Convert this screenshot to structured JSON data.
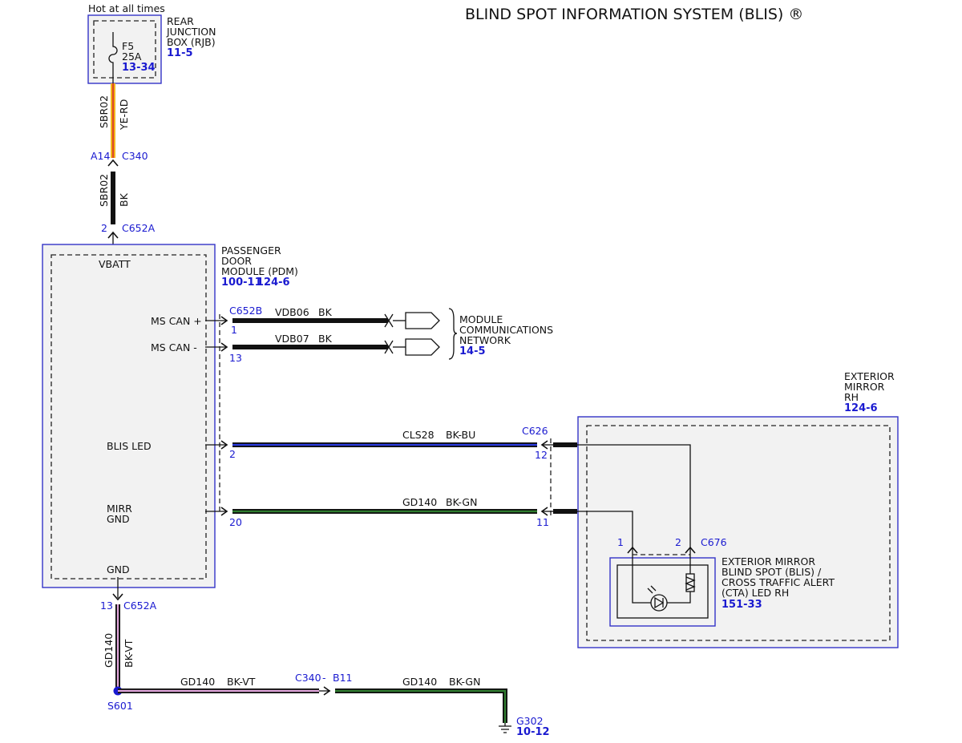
{
  "title": "BLIND SPOT INFORMATION SYSTEM (BLIS) ®",
  "colors": {
    "box_border": "#3434c8",
    "box_fill": "#f2f2f2",
    "ref_blue": "#1a1ad0",
    "wire_black": "#111111",
    "yellow": "#f2b51d",
    "red": "#d62828",
    "blue": "#2a3adf",
    "green": "#2f7d2f",
    "violet": "#e2a6dc"
  },
  "rjb": {
    "hot_label": "Hot at all times",
    "name_line1": "REAR",
    "name_line2": "JUNCTION",
    "name_line3": "BOX (RJB)",
    "ref": "11-5",
    "fuse_id": "F5",
    "fuse_rating": "25A",
    "fuse_ref": "13-34"
  },
  "wire_sbr02_top": {
    "circuit": "SBR02",
    "color": "YE-RD"
  },
  "conn_c340_top": {
    "pin": "A14",
    "connector": "C340"
  },
  "wire_sbr02_bottom": {
    "circuit": "SBR02",
    "color": "BK"
  },
  "conn_c652a_top": {
    "pin": "2",
    "connector": "C652A"
  },
  "pdm": {
    "name_line1": "PASSENGER",
    "name_line2": "DOOR",
    "name_line3": "MODULE (PDM)",
    "ref_a": "100-11",
    "ref_b": "124-6",
    "vbatt": "VBATT",
    "ms_can_plus": "MS CAN +",
    "ms_can_minus": "MS CAN -",
    "blis_led": "BLIS LED",
    "mirr_line1": "MIRR",
    "mirr_line2": "GND",
    "gnd": "GND"
  },
  "conn_c652b": {
    "connector": "C652B",
    "pin_plus": "1",
    "pin_minus": "13",
    "pin_blis": "2",
    "pin_mirr": "20"
  },
  "wire_vdb06": {
    "circuit": "VDB06",
    "color": "BK"
  },
  "wire_vdb07": {
    "circuit": "VDB07",
    "color": "BK"
  },
  "network": {
    "line1": "MODULE",
    "line2": "COMMUNICATIONS",
    "line3": "NETWORK",
    "ref": "14-5"
  },
  "wire_cls28": {
    "circuit": "CLS28",
    "color": "BK-BU"
  },
  "wire_gd140_mirror": {
    "circuit": "GD140",
    "color": "BK-GN"
  },
  "conn_c626": {
    "connector": "C626",
    "pin_top": "12",
    "pin_bottom": "11"
  },
  "ext_mirror": {
    "name_line1": "EXTERIOR",
    "name_line2": "MIRROR",
    "name_line3": "RH",
    "ref": "124-6"
  },
  "conn_c676": {
    "pin1": "1",
    "pin2": "2",
    "connector": "C676"
  },
  "led_component": {
    "line1": "EXTERIOR MIRROR",
    "line2": "BLIND SPOT (BLIS) /",
    "line3": "CROSS TRAFFIC ALERT",
    "line4": "(CTA) LED RH",
    "ref": "151-33"
  },
  "conn_c652a_bottom": {
    "pin": "13",
    "connector": "C652A"
  },
  "wire_gd140_vert": {
    "circuit": "GD140",
    "color": "BK-VT"
  },
  "splice": {
    "id": "S601"
  },
  "wire_gd140_horiz": {
    "circuit": "GD140",
    "color": "BK-VT"
  },
  "conn_c340_bottom": {
    "connector": "C340",
    "separator": "-",
    "pin": "B11"
  },
  "wire_gd140_ground": {
    "circuit": "GD140",
    "color": "BK-GN"
  },
  "ground": {
    "id": "G302",
    "ref": "10-12"
  }
}
